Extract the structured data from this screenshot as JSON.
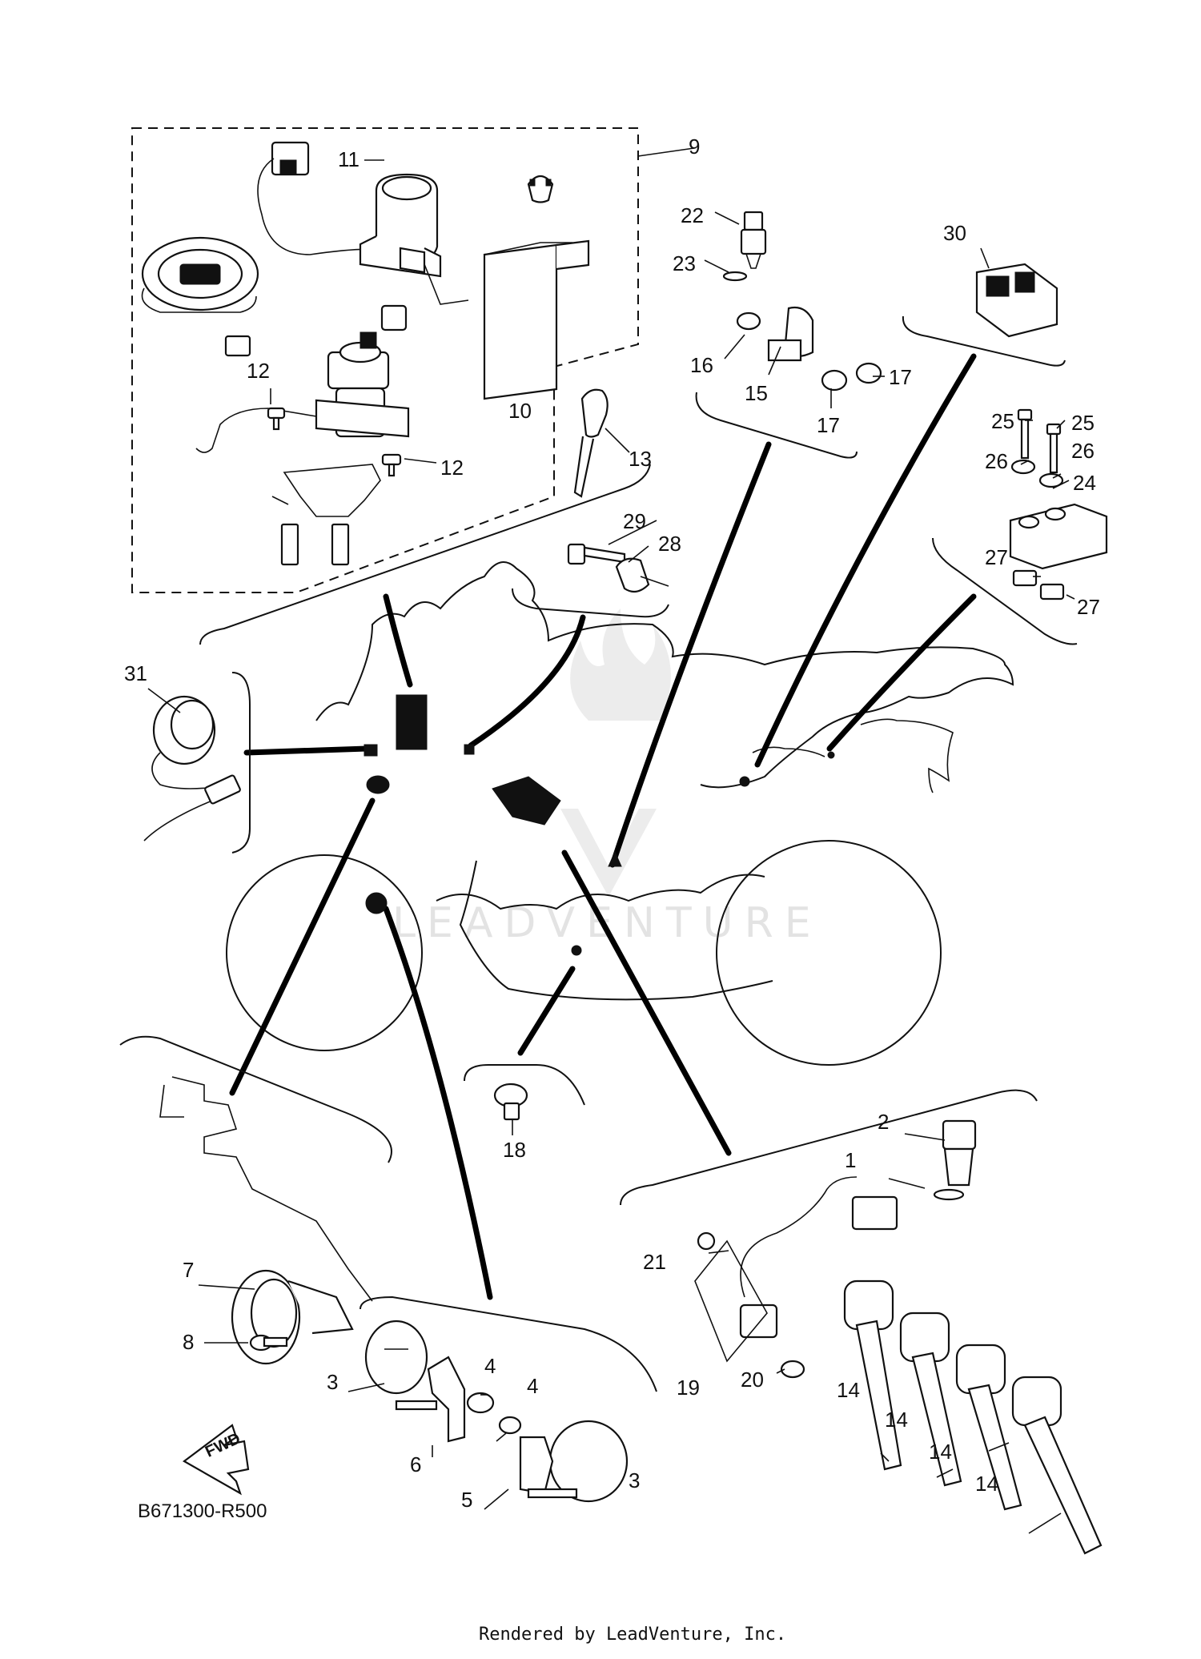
{
  "diagram": {
    "code": "B671300-R500",
    "footer": "Rendered by LeadVenture, Inc.",
    "watermark": "LEADVENTURE",
    "fwd_label": "FWD",
    "callouts": [
      "1",
      "2",
      "3",
      "3",
      "4",
      "4",
      "5",
      "6",
      "7",
      "8",
      "9",
      "10",
      "11",
      "12",
      "12",
      "13",
      "14",
      "14",
      "14",
      "14",
      "15",
      "16",
      "17",
      "17",
      "18",
      "19",
      "20",
      "21",
      "22",
      "23",
      "24",
      "25",
      "25",
      "26",
      "26",
      "27",
      "27",
      "28",
      "29",
      "30",
      "31"
    ]
  }
}
